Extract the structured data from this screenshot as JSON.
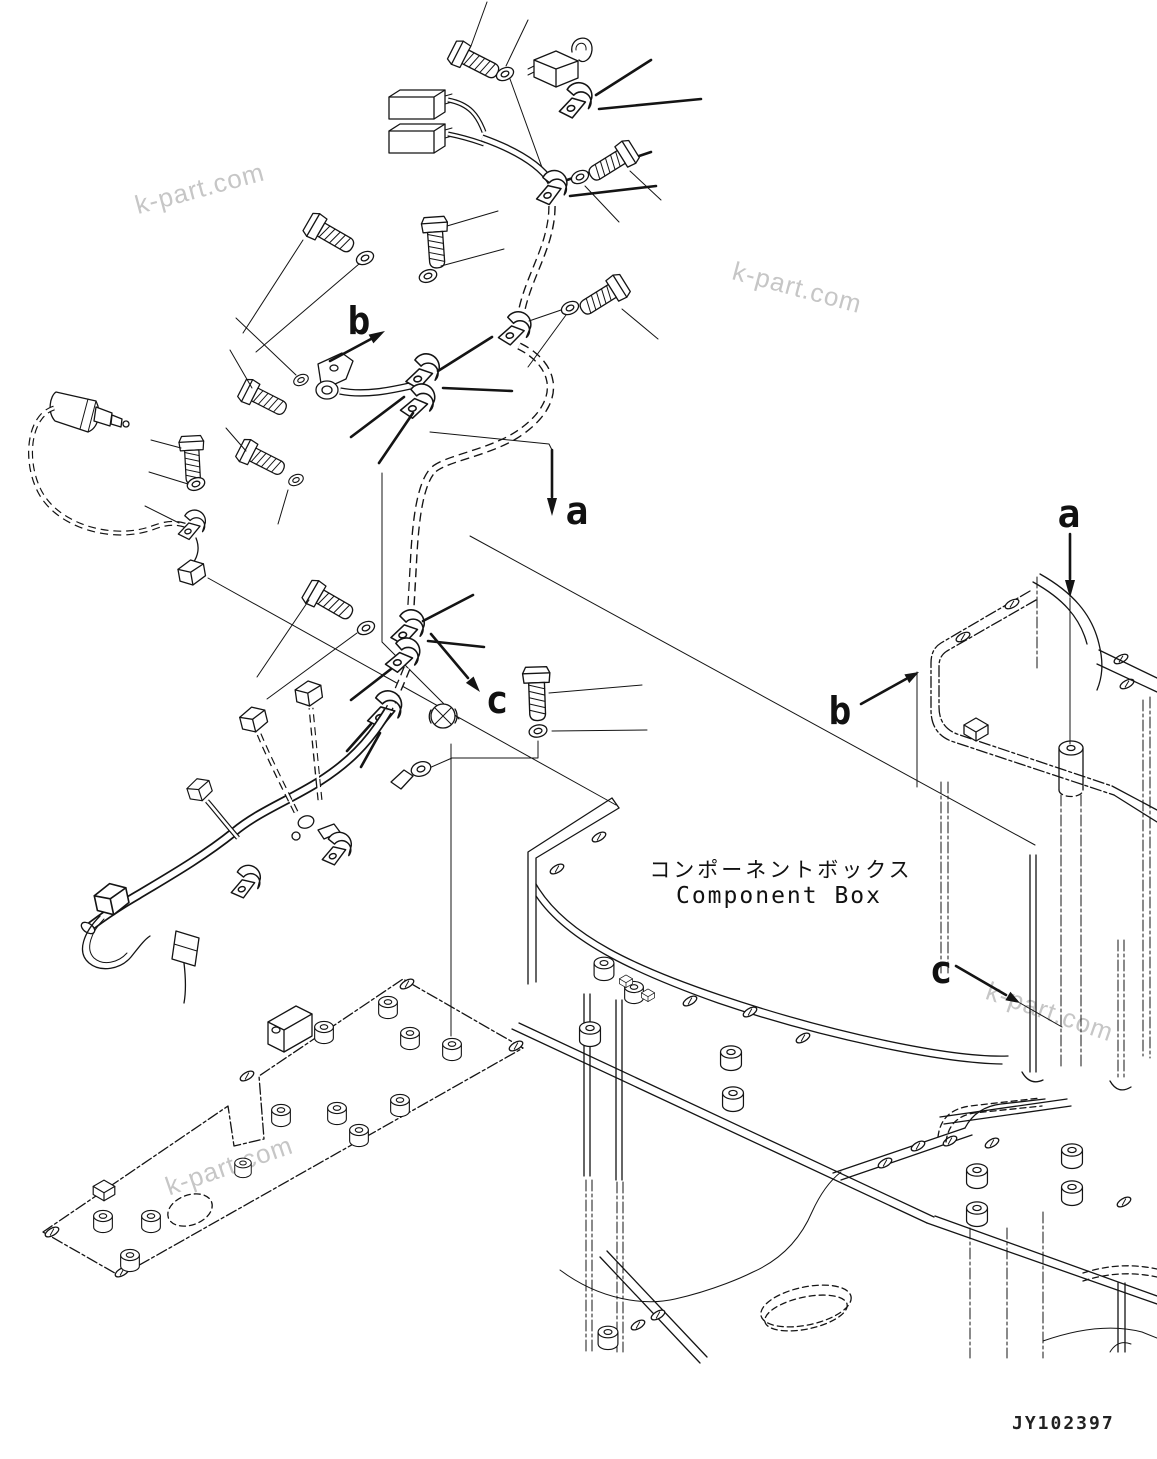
{
  "meta": {
    "background": "#ffffff",
    "line_color": "#141414",
    "watermark_color": "#c6c6c6"
  },
  "titles": {
    "component_box_jp": "コンポーネントボックス",
    "component_box_en": "Component Box"
  },
  "drawing_number": "JY102397",
  "watermark": {
    "text": "k-part.com"
  },
  "view_labels": {
    "b_left": "b",
    "a_left": "a",
    "c_left": "c",
    "a_right": "a",
    "b_right": "b",
    "c_right": "c"
  }
}
